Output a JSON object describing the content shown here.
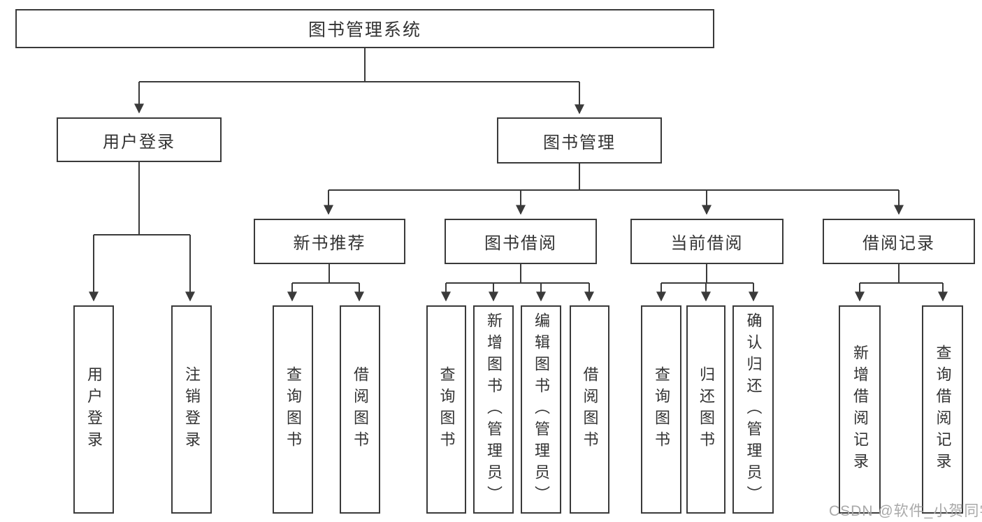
{
  "diagram": {
    "root": {
      "label": "图书管理系统"
    },
    "branches": [
      {
        "label": "用户登录",
        "children": [
          {
            "label": "用户登录"
          },
          {
            "label": "注销登录"
          }
        ]
      },
      {
        "label": "图书管理",
        "groups": [
          {
            "label": "新书推荐",
            "children": [
              {
                "label": "查询图书"
              },
              {
                "label": "借阅图书"
              }
            ]
          },
          {
            "label": "图书借阅",
            "children": [
              {
                "label": "查询图书"
              },
              {
                "label": "新增图书（管理员）"
              },
              {
                "label": "编辑图书（管理员）"
              },
              {
                "label": "借阅图书"
              }
            ]
          },
          {
            "label": "当前借阅",
            "children": [
              {
                "label": "查询图书"
              },
              {
                "label": "归还图书"
              },
              {
                "label": "确认归还（管理员）"
              }
            ]
          },
          {
            "label": "借阅记录",
            "children": [
              {
                "label": "新增借阅记录"
              },
              {
                "label": "查询借阅记录"
              }
            ]
          }
        ]
      }
    ]
  },
  "watermark": {
    "text": "CSDN @软件_小贺同学"
  },
  "colors": {
    "line": "#3a3a3a",
    "text": "#333333",
    "watermark": "#a9a9a9",
    "background": "#ffffff"
  }
}
